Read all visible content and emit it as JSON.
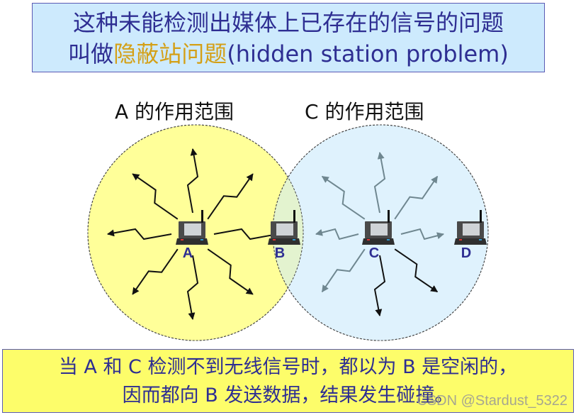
{
  "title": {
    "line1": "这种未能检测出媒体上已存在的信号的问题",
    "line2_prefix": "叫做",
    "line2_highlight": "隐蔽站问题",
    "line2_suffix": "(hidden station problem)"
  },
  "ranges": {
    "a_label": "A 的作用范围",
    "c_label": "C 的作用范围"
  },
  "stations": [
    {
      "label": "A"
    },
    {
      "label": "B"
    },
    {
      "label": "C"
    },
    {
      "label": "D"
    }
  ],
  "colors": {
    "range_a": "#ffff99",
    "range_c": "#dff2fd",
    "overlap": "#e3f3cf",
    "text_blue": "#2e2e92",
    "highlight": "#d4a017"
  },
  "caption": {
    "line1": "当 A 和 C 检测不到无线信号时，都以为 B 是空闲的，",
    "line2": "因而都向 B 发送数据，结果发生碰撞。"
  },
  "watermark": "CSDN @Stardust_5322"
}
